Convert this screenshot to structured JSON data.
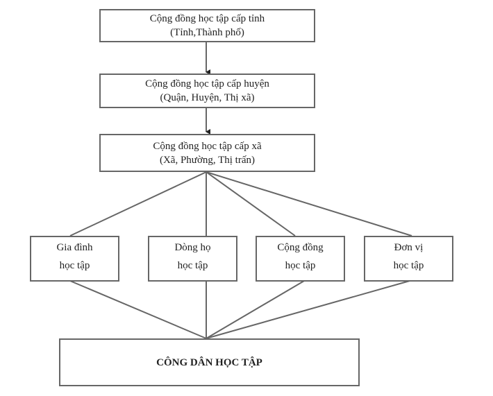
{
  "levels": [
    {
      "title": "Cộng đồng học tập cấp tỉnh",
      "subtitle": "(Tỉnh,Thành phố)"
    },
    {
      "title": "Cộng đồng học tập cấp huyện",
      "subtitle": "(Quận, Huyện, Thị xã)"
    },
    {
      "title": "Cộng đồng học tập cấp xã",
      "subtitle": "(Xã, Phường, Thị trấn)"
    }
  ],
  "units": [
    {
      "line1": "Gia đình",
      "line2": "học tập"
    },
    {
      "line1": "Dòng họ",
      "line2": "học tập"
    },
    {
      "line1": "Cộng đồng",
      "line2": "học tập"
    },
    {
      "line1": "Đơn vị",
      "line2": "học tập"
    }
  ],
  "final": "CÔNG DÂN HỌC TẬP",
  "colors": {
    "line": "#666666",
    "text": "#222222"
  }
}
